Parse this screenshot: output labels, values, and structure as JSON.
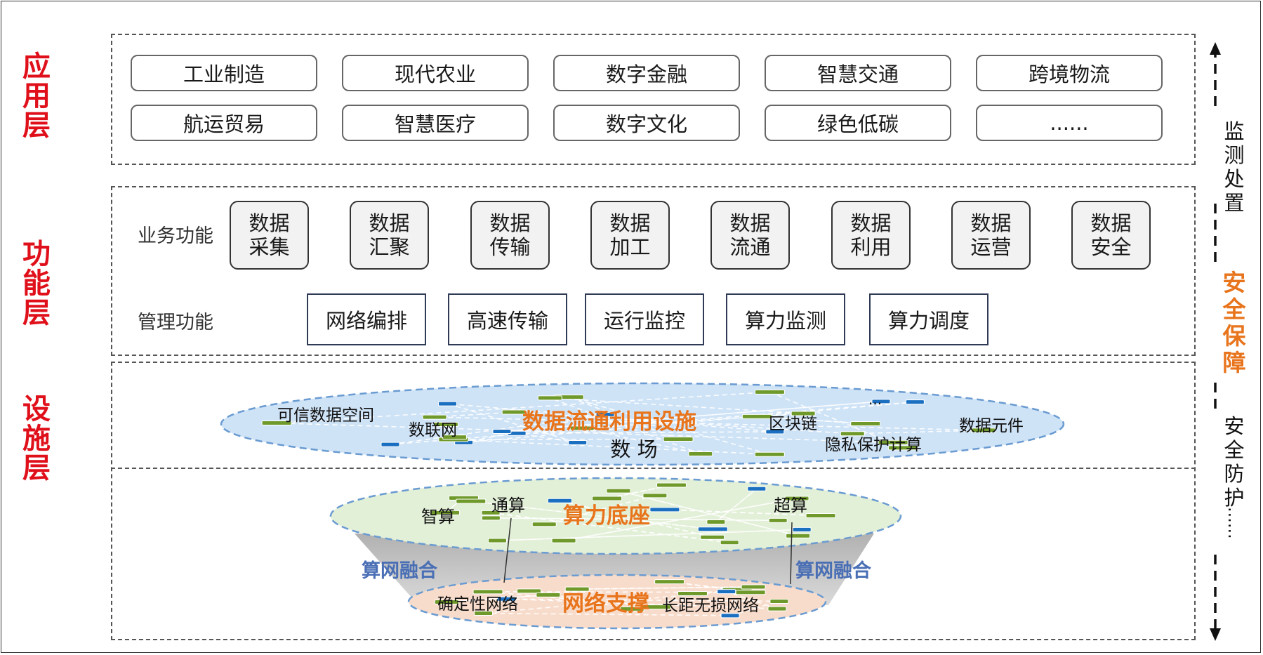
{
  "layers": {
    "application": "应用层",
    "function": "功能层",
    "facility": "设施层"
  },
  "application_items": [
    "工业制造",
    "现代农业",
    "数字金融",
    "智慧交通",
    "跨境物流",
    "航运贸易",
    "智慧医疗",
    "数字文化",
    "绿色低碳",
    "......"
  ],
  "function": {
    "business_label": "业务功能",
    "management_label": "管理功能",
    "business_items": [
      {
        "top": "数据",
        "bottom": "采集"
      },
      {
        "top": "数据",
        "bottom": "汇聚"
      },
      {
        "top": "数据",
        "bottom": "传输"
      },
      {
        "top": "数据",
        "bottom": "加工"
      },
      {
        "top": "数据",
        "bottom": "流通"
      },
      {
        "top": "数据",
        "bottom": "利用"
      },
      {
        "top": "数据",
        "bottom": "运营"
      },
      {
        "top": "数据",
        "bottom": "安全"
      }
    ],
    "management_items": [
      "网络编排",
      "高速传输",
      "运行监控",
      "算力监测",
      "算力调度"
    ]
  },
  "facility": {
    "data_ellipse": {
      "title": "数据流通利用设施",
      "subtitle": "数 场",
      "labels": [
        "可信数据空间",
        "数联网",
        "区块链",
        "...",
        "数据元件",
        "隐私保护计算"
      ]
    },
    "compute_ellipse": {
      "title": "算力底座",
      "labels": [
        "智算",
        "通算",
        "超算"
      ]
    },
    "network_ellipse": {
      "title": "网络支撑",
      "labels": [
        "确定性网络",
        "长距无损网络"
      ]
    },
    "fusion_left": "算网融合",
    "fusion_right": "算网融合"
  },
  "side": {
    "monitor": "监测处置",
    "security": "安全保障",
    "protection": "安全防护",
    "more": "......"
  },
  "colors": {
    "layer_title": "#e0101b",
    "orange_accent": "#e8741c",
    "fusion_blue": "#4a6fb5",
    "data_ellipse_fill": "#cfe3f7",
    "compute_ellipse_fill": "#e3f0d8",
    "network_ellipse_fill": "#f8dccb",
    "node_green": "#6f9a2b",
    "node_blue": "#1a6fc0"
  }
}
